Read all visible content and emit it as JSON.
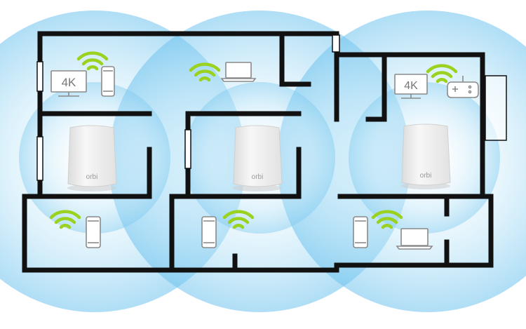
{
  "scene": {
    "colors": {
      "background": "#ffffff",
      "coverage_outer": "#dff1fb",
      "coverage_inner": "#8fd0f0",
      "wall": "#111111",
      "wifi": "#9ad21f",
      "device_outline": "#8a8a8a",
      "router_body": "#f4f4f4",
      "router_shadow": "#d7d7d7",
      "router_label": "#9a9a9a"
    },
    "routers": [
      {
        "brand": "orbi"
      },
      {
        "brand": "orbi"
      },
      {
        "brand": "orbi"
      }
    ],
    "tv_labels": [
      "4K",
      "4K"
    ],
    "icons": [
      "wifi-icon",
      "tv-4k-icon",
      "phone-icon",
      "laptop-icon",
      "gamepad-icon",
      "orbi-router"
    ]
  }
}
